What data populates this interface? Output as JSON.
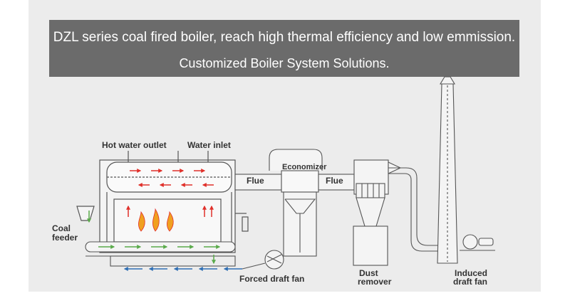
{
  "banner": {
    "line1": "DZL series coal fired boiler, reach high thermal efficiency and low emmission.",
    "line2": "Customized Boiler System Solutions."
  },
  "labels": {
    "hot_water_outlet": "Hot water outlet",
    "water_inlet": "Water inlet",
    "economizer": "Economizer",
    "flue_left": "Flue",
    "flue_right": "Flue",
    "coal": "Coal",
    "feeder": "feeder",
    "forced_draft_fan": "Forced draft fan",
    "dust": "Dust",
    "remover": "remover",
    "induced": "Induced",
    "draft_fan": "draft fan"
  },
  "colors": {
    "banner_bg": "#6b6b6b",
    "panel_bg": "#ececec",
    "line": "#555555",
    "hot_arrow": "#e0302a",
    "air_arrow": "#2f6fb5",
    "coal_arrow": "#5aaa4a",
    "flame": "#f0a020"
  }
}
